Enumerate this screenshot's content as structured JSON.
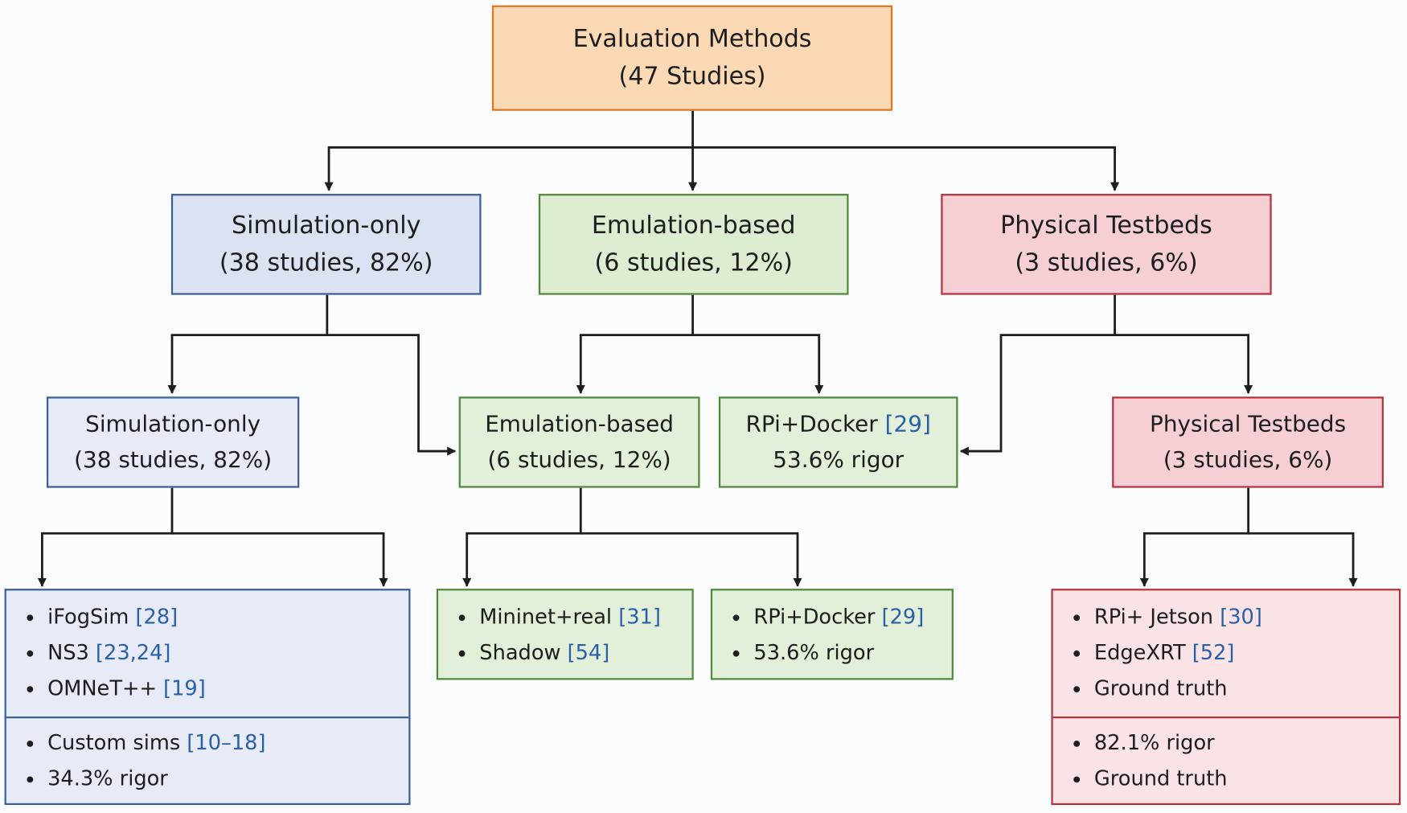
{
  "root": {
    "title": "Evaluation Methods",
    "subtitle": "(47 Studies)"
  },
  "level1": [
    {
      "title": "Simulation-only",
      "subtitle": "(38 studies, 82%)"
    },
    {
      "title": "Emulation-based",
      "subtitle": "(6 studies, 12%)"
    },
    {
      "title": "Physical Testbeds",
      "subtitle": "(3 studies, 6%)"
    }
  ],
  "level2": {
    "sim": {
      "title": "Simulation-only",
      "subtitle": "(38 studies, 82%)"
    },
    "emu": {
      "title": "Emulation-based",
      "subtitle": "(6 studies, 12%)"
    },
    "rpi": {
      "title": "RPi+Docker",
      "ref": "[29]",
      "subtitle": "53.6% rigor"
    },
    "phys": {
      "title": "Physical Testbeds",
      "subtitle": "(3 studies, 6%)"
    }
  },
  "leaves": {
    "sim_tools": [
      {
        "text": "iFogSim",
        "ref": "[28]"
      },
      {
        "text": "NS3",
        "ref": "[23,24]"
      },
      {
        "text": "OMNeT++",
        "ref": "[19]"
      }
    ],
    "sim_other": [
      {
        "text": "Custom sims",
        "ref": "[10–18]"
      },
      {
        "text": "34.3% rigor",
        "ref": ""
      }
    ],
    "emu_tools": [
      {
        "text": "Mininet+real",
        "ref": "[31]"
      },
      {
        "text": "Shadow",
        "ref": "[54]"
      }
    ],
    "rpi_tools": [
      {
        "text": "RPi+Docker",
        "ref": "[29]"
      },
      {
        "text": "53.6% rigor",
        "ref": ""
      }
    ],
    "phys_tools": [
      {
        "text": "RPi+ Jetson",
        "ref": "[30]"
      },
      {
        "text": "EdgeXRT",
        "ref": "[52]"
      },
      {
        "text": "Ground truth",
        "ref": ""
      }
    ],
    "phys_other": [
      {
        "text": "82.1% rigor",
        "ref": ""
      },
      {
        "text": "Ground truth",
        "ref": ""
      }
    ]
  },
  "colors": {
    "root_fill": "#fcd9b5",
    "root_border": "#dd7722",
    "sim_fill": "#dbe3f3",
    "sim_border": "#3b5f98",
    "emu_fill": "#dcedd2",
    "emu_border": "#4f8a3c",
    "phys_fill": "#f6cfd4",
    "phys_border": "#b8323d",
    "ref_text": "#2a5fa8",
    "edge": "#1d1d1d"
  }
}
